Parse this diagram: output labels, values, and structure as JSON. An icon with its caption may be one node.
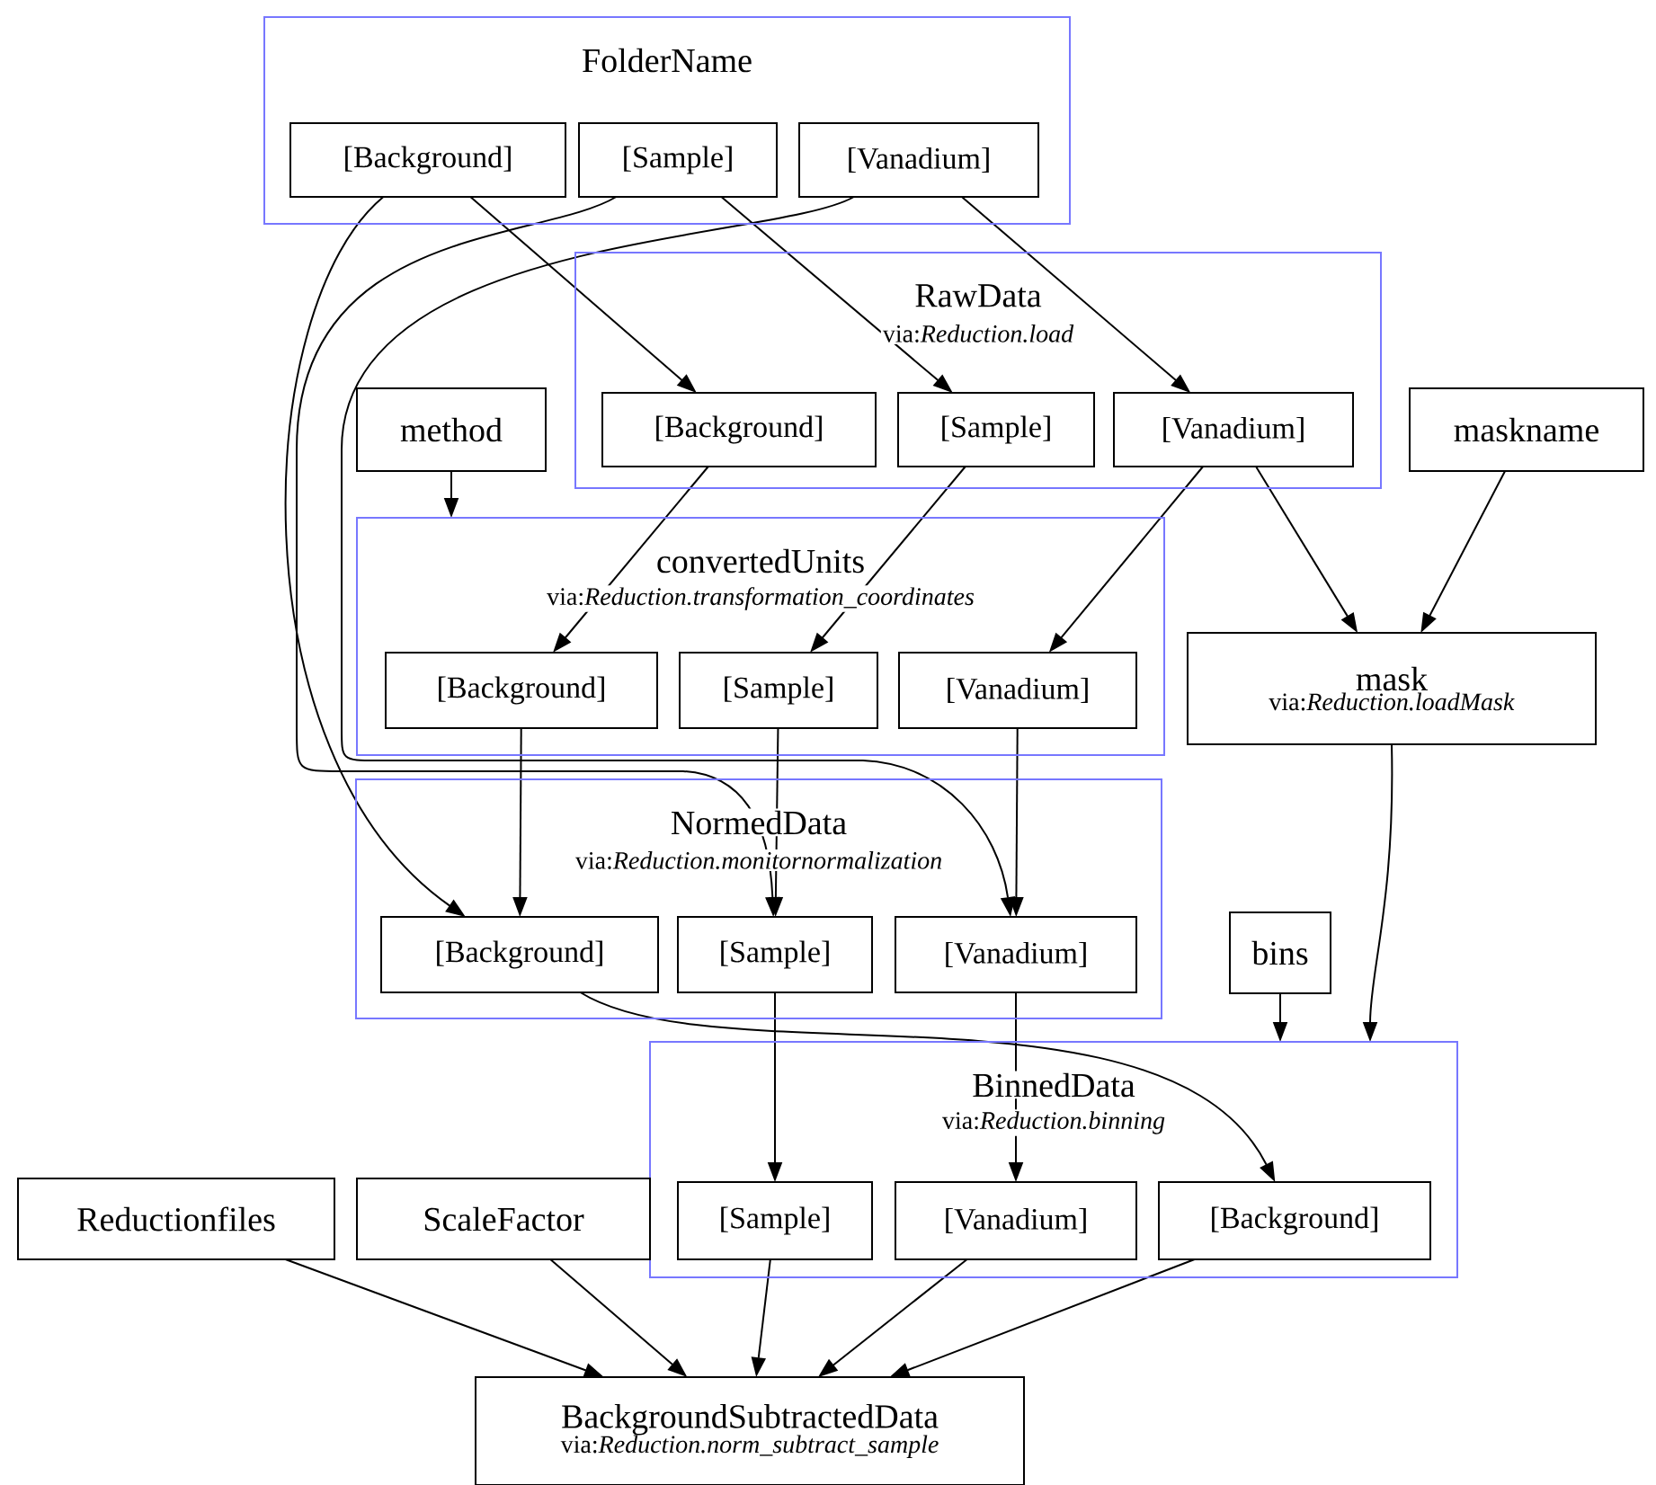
{
  "diagram": {
    "nodes": [
      {
        "text": [
          "FolderName"
        ]
      },
      {
        "text": [
          "[Background]"
        ],
        "in": 0
      },
      {
        "text": [
          "[Sample]"
        ],
        "in": 0
      },
      {
        "text": [
          "[Vanadium]"
        ],
        "in": 0
      },
      {
        "text": [
          "RawData",
          "via:*Reduction.load*"
        ]
      },
      {
        "text": [
          "[Background]"
        ],
        "in": 4
      },
      {
        "text": [
          "[Sample]"
        ],
        "in": 4
      },
      {
        "text": [
          "[Vanadium]"
        ],
        "in": 4
      },
      {
        "text": [
          "method"
        ]
      },
      {
        "text": [
          "maskname"
        ]
      },
      {
        "text": [
          "convertedUnits",
          "via:*Reduction.transformation_coordinates*"
        ]
      },
      {
        "text": [
          "[Background]"
        ],
        "in": 10
      },
      {
        "text": [
          "[Sample]"
        ],
        "in": 10
      },
      {
        "text": [
          "[Vanadium]"
        ],
        "in": 10
      },
      {
        "text": [
          "mask",
          "via:*Reduction.loadMask*"
        ]
      },
      {
        "text": [
          "NormedData",
          "via:*Reduction.monitornormalization*"
        ]
      },
      {
        "text": [
          "[Background]"
        ],
        "in": 15
      },
      {
        "text": [
          "[Sample]"
        ],
        "in": 15
      },
      {
        "text": [
          "[Vanadium]"
        ],
        "in": 15
      },
      {
        "text": [
          "bins"
        ]
      },
      {
        "text": [
          "BinnedData",
          "via:*Reduction.binning*"
        ]
      },
      {
        "text": [
          "[Sample]"
        ],
        "in": 20
      },
      {
        "text": [
          "[Vanadium]"
        ],
        "in": 20
      },
      {
        "text": [
          "[Background]"
        ],
        "in": 20
      },
      {
        "text": [
          "Reductionfiles"
        ]
      },
      {
        "text": [
          "ScaleFactor"
        ]
      },
      {
        "text": [
          "BackgroundSubtractedData",
          "via:*Reduction.norm_subtract_sample*"
        ]
      }
    ],
    "edges": [
      {
        "from": 1,
        "to": 5,
        "arrow": "to"
      },
      {
        "from": 2,
        "to": 6,
        "arrow": "to"
      },
      {
        "from": 3,
        "to": 7,
        "arrow": "to"
      },
      {
        "from": 1,
        "to": 16,
        "arrow": "to"
      },
      {
        "from": 2,
        "to": 17,
        "arrow": "to"
      },
      {
        "from": 3,
        "to": 18,
        "arrow": "to"
      },
      {
        "from": 8,
        "to": 10,
        "arrow": "to"
      },
      {
        "from": 5,
        "to": 11,
        "arrow": "to"
      },
      {
        "from": 6,
        "to": 12,
        "arrow": "to"
      },
      {
        "from": 7,
        "to": 13,
        "arrow": "to"
      },
      {
        "from": 7,
        "to": 14,
        "arrow": "to"
      },
      {
        "from": 9,
        "to": 14,
        "arrow": "to"
      },
      {
        "from": 11,
        "to": 16,
        "arrow": "to"
      },
      {
        "from": 12,
        "to": 17,
        "arrow": "to"
      },
      {
        "from": 13,
        "to": 18,
        "arrow": "to"
      },
      {
        "from": 14,
        "to": 20,
        "arrow": "to"
      },
      {
        "from": 19,
        "to": 20,
        "arrow": "to"
      },
      {
        "from": 16,
        "to": 23,
        "arrow": "to"
      },
      {
        "from": 17,
        "to": 21,
        "arrow": "to"
      },
      {
        "from": 18,
        "to": 22,
        "arrow": "to"
      },
      {
        "from": 24,
        "to": 26,
        "arrow": "to"
      },
      {
        "from": 25,
        "to": 26,
        "arrow": "to"
      },
      {
        "from": 21,
        "to": 26,
        "arrow": "to"
      },
      {
        "from": 22,
        "to": 26,
        "arrow": "to"
      },
      {
        "from": 23,
        "to": 26,
        "arrow": "to"
      }
    ]
  }
}
